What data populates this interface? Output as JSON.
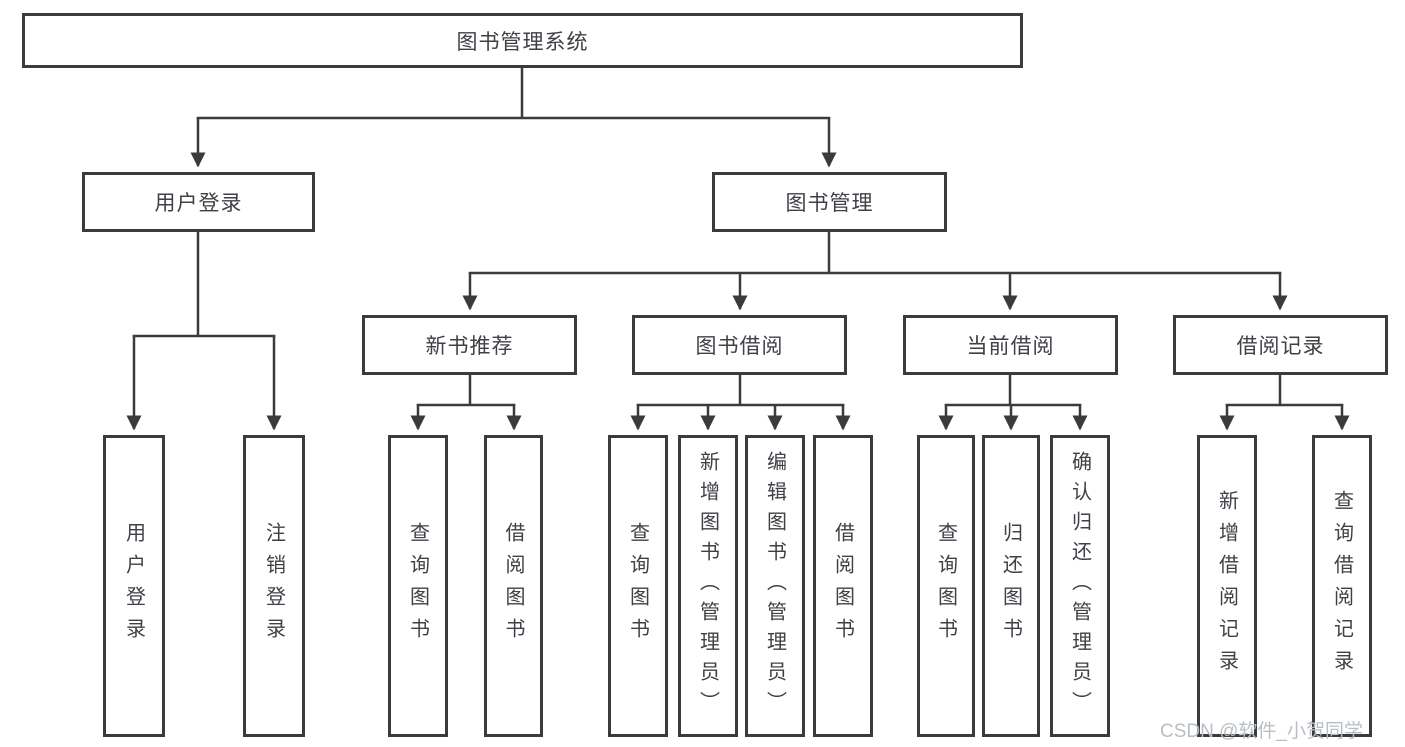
{
  "diagram_title": "图书管理系统",
  "colors": {
    "line": "#3b3b3b",
    "box_border": "#3b3b3b",
    "text": "#404046",
    "watermark": "#b9bec4",
    "background": "#ffffff"
  },
  "tree": {
    "root": {
      "label": "图书管理系统",
      "children": [
        {
          "label": "用户登录",
          "children": [
            {
              "label": "用户登录"
            },
            {
              "label": "注销登录"
            }
          ]
        },
        {
          "label": "图书管理",
          "children": [
            {
              "label": "新书推荐",
              "children": [
                {
                  "label": "查询图书"
                },
                {
                  "label": "借阅图书"
                }
              ]
            },
            {
              "label": "图书借阅",
              "children": [
                {
                  "label": "查询图书"
                },
                {
                  "label": "新增图书（管理员）"
                },
                {
                  "label": "编辑图书（管理员）"
                },
                {
                  "label": "借阅图书"
                }
              ]
            },
            {
              "label": "当前借阅",
              "children": [
                {
                  "label": "查询图书"
                },
                {
                  "label": "归还图书"
                },
                {
                  "label": "确认归还（管理员）"
                }
              ]
            },
            {
              "label": "借阅记录",
              "children": [
                {
                  "label": "新增借阅记录"
                },
                {
                  "label": "查询借阅记录"
                }
              ]
            }
          ]
        }
      ]
    }
  },
  "watermark": {
    "text": "CSDN @软件_小贺同学"
  }
}
